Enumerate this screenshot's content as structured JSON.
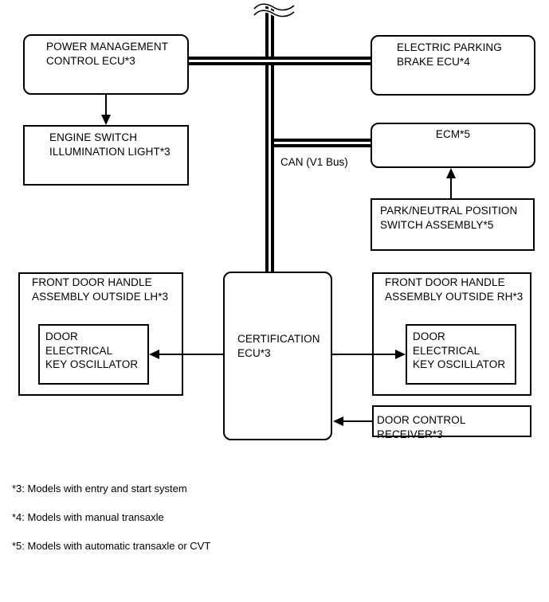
{
  "diagram": {
    "bus_label": "CAN (V1 Bus)",
    "nodes": {
      "power_management_ecu": "POWER MANAGEMENT\nCONTROL ECU*3",
      "engine_switch_light": "ENGINE SWITCH\nILLUMINATION LIGHT*3",
      "electric_parking_brake_ecu": "ELECTRIC PARKING\nBRAKE ECU*4",
      "ecm": "ECM*5",
      "park_neutral_switch": "PARK/NEUTRAL POSITION\nSWITCH ASSEMBLY*5",
      "front_door_handle_lh": "FRONT DOOR HANDLE\nASSEMBLY OUTSIDE LH*3",
      "door_key_oscillator_lh": "DOOR ELECTRICAL\nKEY OSCILLATOR",
      "certification_ecu": "CERTIFICATION\nECU*3",
      "front_door_handle_rh": "FRONT DOOR HANDLE\nASSEMBLY OUTSIDE RH*3",
      "door_key_oscillator_rh": "DOOR ELECTRICAL\nKEY OSCILLATOR",
      "door_control_receiver": "DOOR CONTROL RECEIVER*3"
    },
    "footnotes": [
      "*3: Models with entry and start system",
      "*4: Models with manual transaxle",
      "*5: Models with automatic transaxle or CVT"
    ],
    "colors": {
      "line": "#000000",
      "background": "#ffffff"
    }
  }
}
